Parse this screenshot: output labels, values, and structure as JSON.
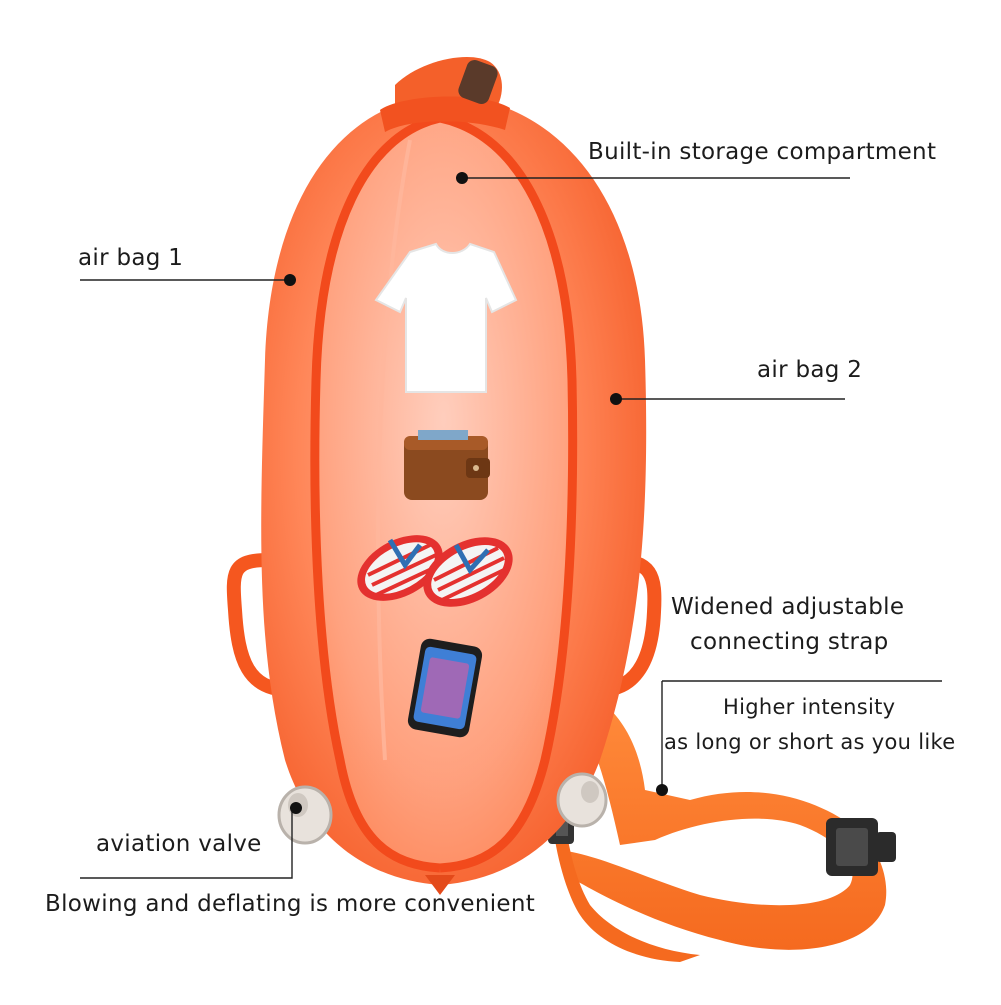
{
  "product": {
    "colors": {
      "bag": "#ff6a2e",
      "bag_light": "#ff8a5c",
      "seam": "#f24a1c",
      "strap": "#ff7a2a",
      "buckle": "#2b2b2b",
      "leader_line": "#222222"
    },
    "contents_icons": [
      "t-shirt-icon",
      "wallet-icon",
      "flip-flops-icon",
      "smartphone-icon"
    ]
  },
  "callouts": {
    "storage": "Built-in storage compartment",
    "air_bag_1": "air bag 1",
    "air_bag_2": "air bag 2",
    "strap_line1": "Widened adjustable",
    "strap_line2": "connecting strap",
    "intensity_line1": "Higher intensity",
    "intensity_line2": "as long or short as you like",
    "valve": "aviation valve",
    "valve_desc": "Blowing and deflating is more convenient"
  }
}
